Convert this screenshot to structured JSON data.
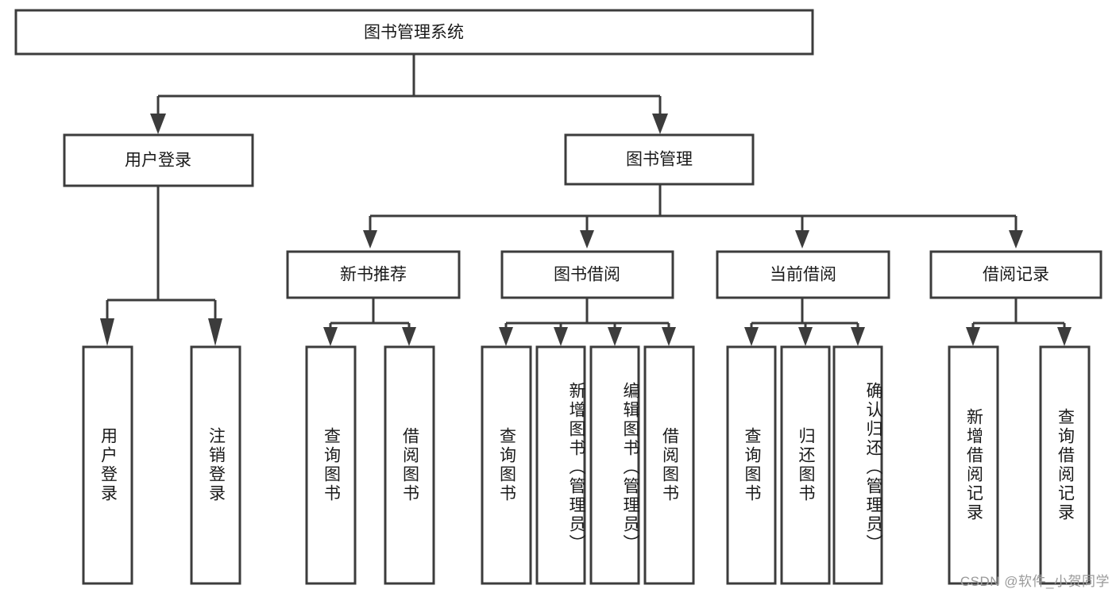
{
  "diagram": {
    "type": "tree-hierarchy",
    "title": "图书管理系统",
    "watermark": "CSDN @软件_小贺同学",
    "colors": {
      "stroke": "#3c3c3c",
      "box_fill": "#ffffff",
      "text": "#1a1a1a",
      "watermark": "#9a9a9a",
      "background": "#ffffff"
    },
    "levels": {
      "root": {
        "label": "图书管理系统"
      },
      "level2": [
        {
          "label": "用户登录"
        },
        {
          "label": "图书管理"
        }
      ],
      "level3": [
        {
          "label": "新书推荐"
        },
        {
          "label": "图书借阅"
        },
        {
          "label": "当前借阅"
        },
        {
          "label": "借阅记录"
        }
      ],
      "leaves": {
        "user_login": [
          {
            "label": "用户登录"
          },
          {
            "label": "注销登录"
          }
        ],
        "new_book_recommend": [
          {
            "label": "查询图书"
          },
          {
            "label": "借阅图书"
          }
        ],
        "book_borrow": [
          {
            "label": "查询图书"
          },
          {
            "label": "新增图书（管理员）"
          },
          {
            "label": "编辑图书（管理员）"
          },
          {
            "label": "借阅图书"
          }
        ],
        "current_borrow": [
          {
            "label": "查询图书"
          },
          {
            "label": "归还图书"
          },
          {
            "label": "确认归还（管理员）"
          }
        ],
        "borrow_record": [
          {
            "label": "新增借阅记录"
          },
          {
            "label": "查询借阅记录"
          }
        ]
      }
    }
  }
}
